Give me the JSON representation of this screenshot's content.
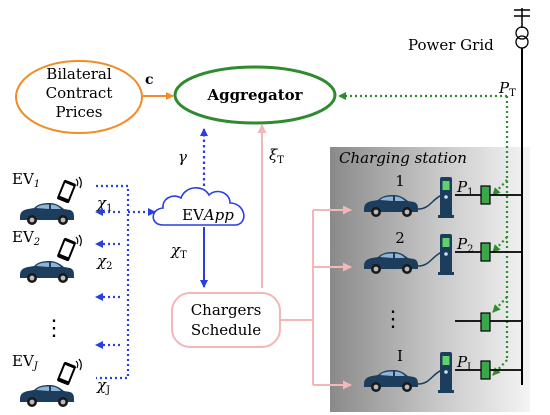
{
  "nodes": {
    "contract_prices": {
      "line1": "Bilateral",
      "line2": "Contract",
      "line3": "Prices"
    },
    "aggregator": {
      "label": "Aggregator"
    },
    "ev_app": {
      "label_main": "EV",
      "label_italic": "App"
    },
    "chargers_schedule": {
      "line1": "Chargers",
      "line2": "Schedule"
    },
    "power_grid": {
      "label": "Power Grid"
    },
    "charging_station": {
      "title": "Charging station"
    }
  },
  "edge_labels": {
    "c": "c",
    "gamma": "γ",
    "xi_main": "ξ",
    "xi_sub": "T",
    "chi_main": "χ",
    "chi_sub": "T",
    "pt_main": "P",
    "pt_sub": "T"
  },
  "evs": [
    {
      "main": "EV",
      "sub": "1",
      "chi_main": "χ",
      "chi_sub": "1"
    },
    {
      "main": "EV",
      "sub": "2",
      "chi_main": "χ",
      "chi_sub": "2"
    },
    {
      "main": "EV",
      "sub": "J",
      "chi_main": "χ",
      "chi_sub": "J"
    }
  ],
  "ev_ellipsis": "⋮",
  "chargers": [
    {
      "num": "1",
      "p_main": "P",
      "p_sub": "1"
    },
    {
      "num": "2",
      "p_main": "P",
      "p_sub": "2"
    },
    {
      "num": "I",
      "p_main": "P",
      "p_sub": "I"
    }
  ],
  "station_ellipsis": "⋮",
  "colors": {
    "orange": "#f28c28",
    "green": "#2e8b2e",
    "blue": "#2a3fe0",
    "pink": "#f4b6b6",
    "car": "#1d3d5c",
    "dark": "#000000"
  },
  "icons": {
    "transformer": "transformer-icon",
    "car": "car-icon",
    "phone": "smartphone-icon",
    "charger": "charger-icon",
    "cloud": "cloud-icon"
  }
}
